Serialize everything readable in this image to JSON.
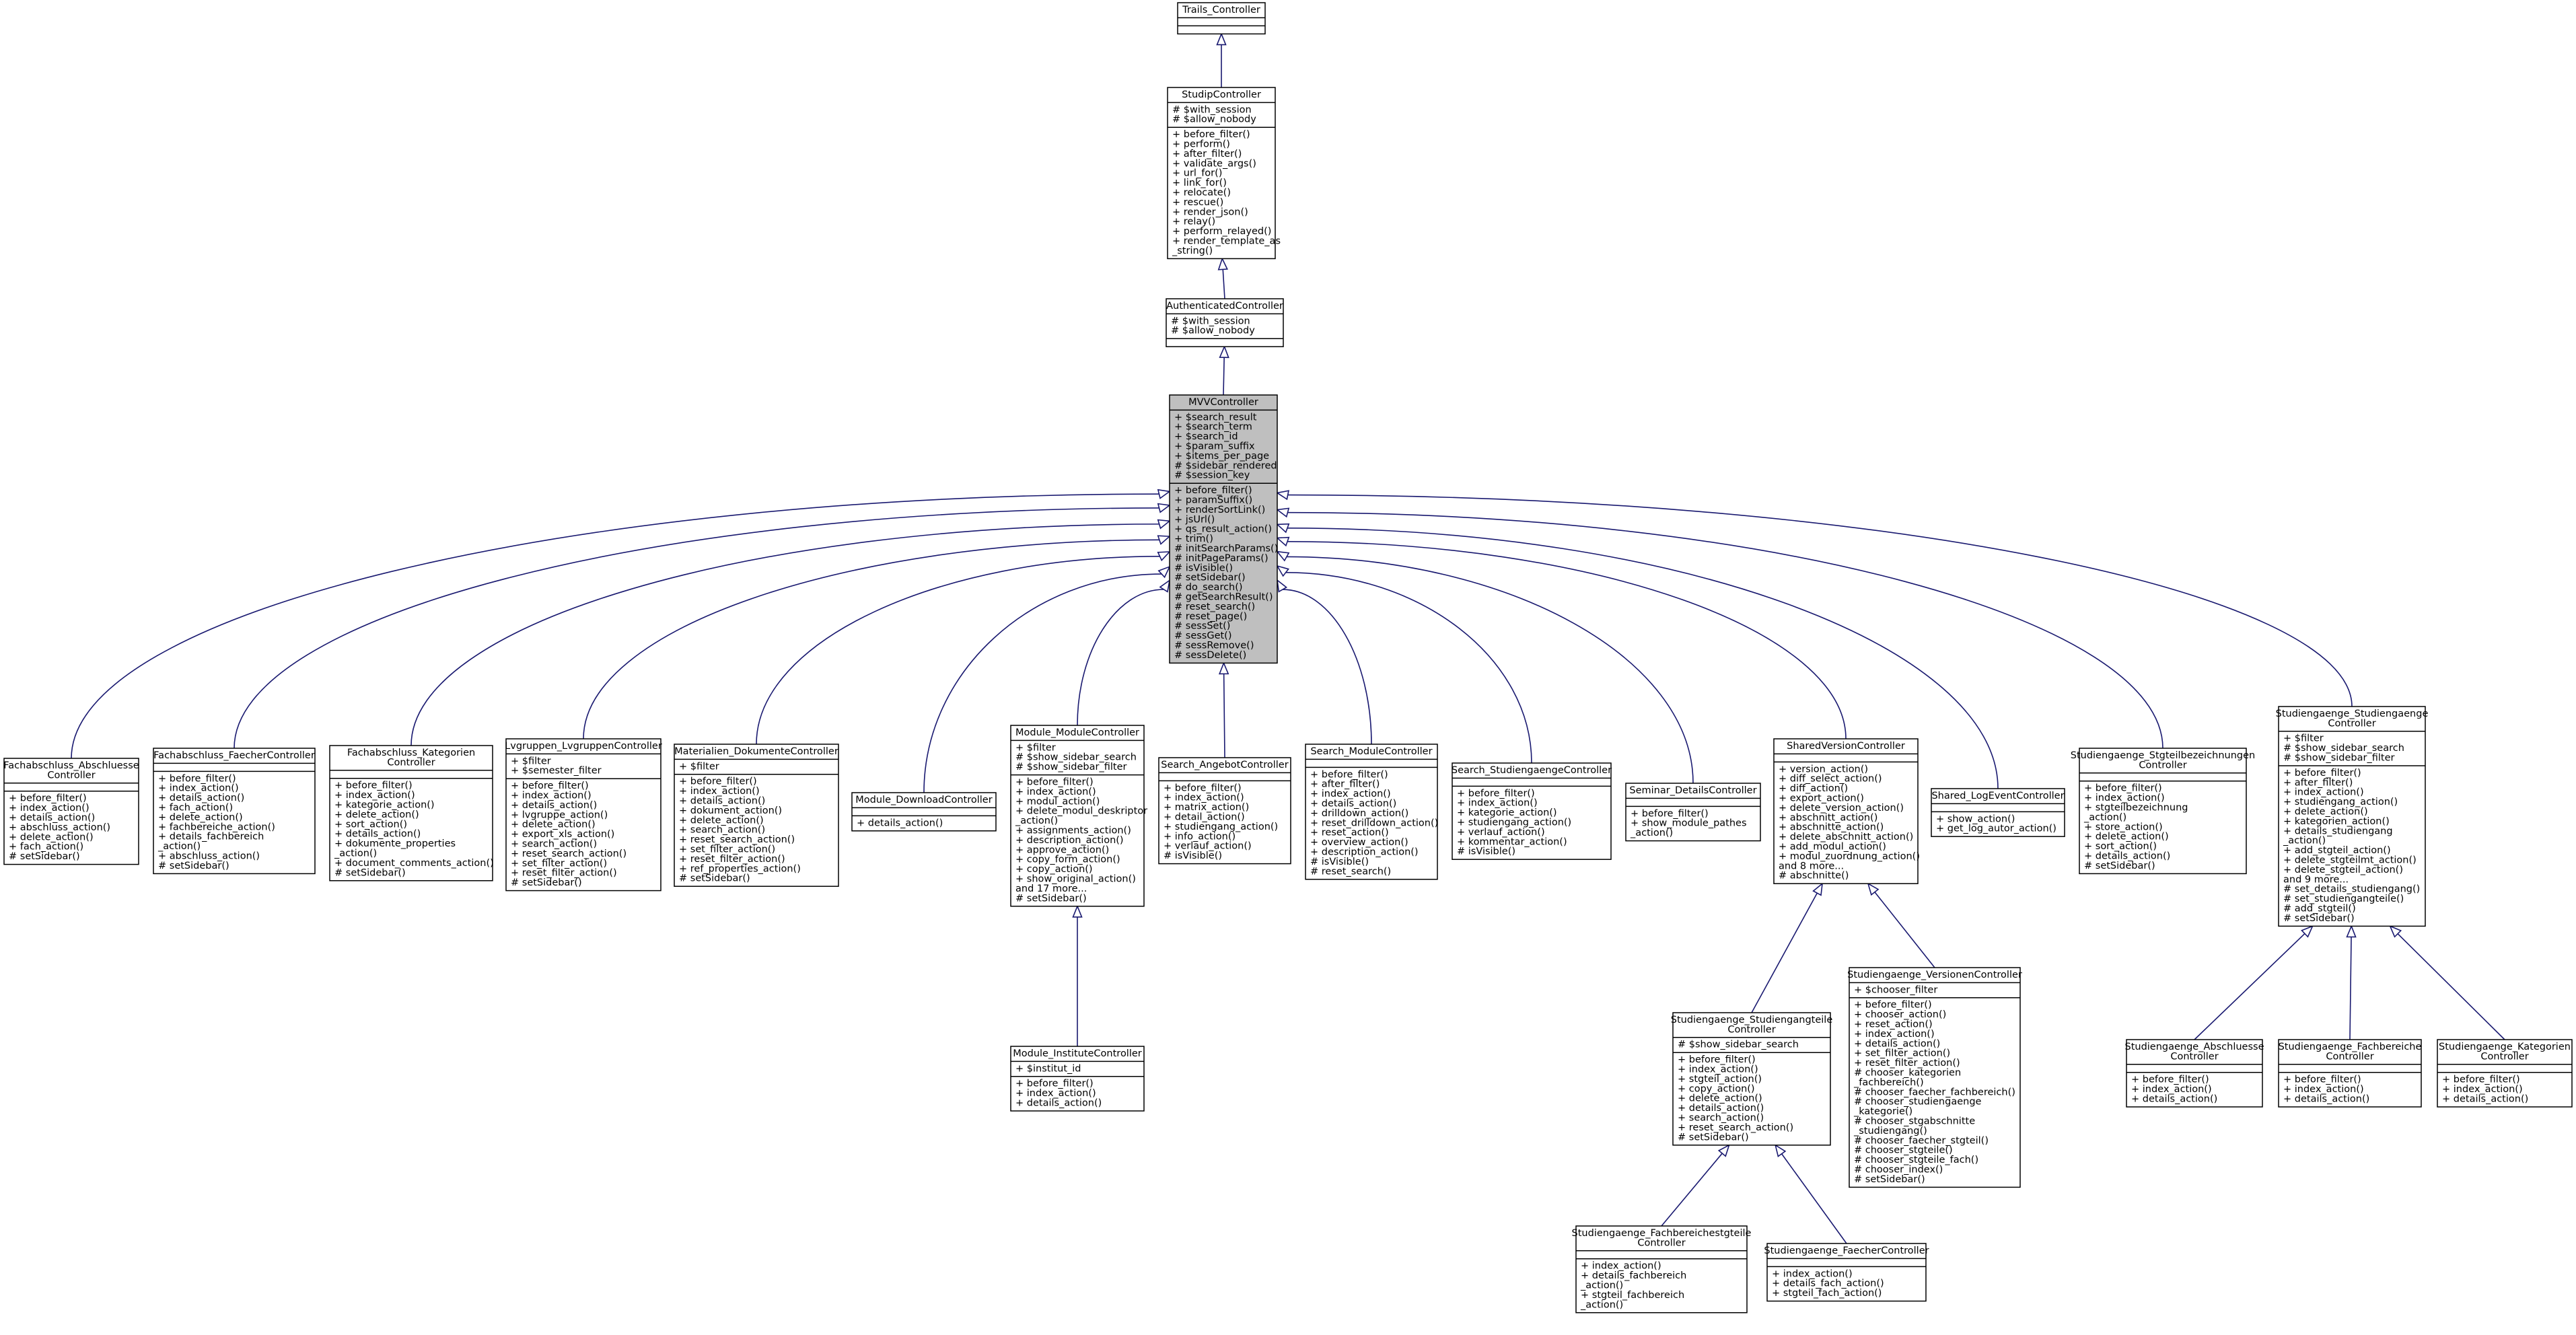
{
  "classes": [
    {
      "id": "trails",
      "name": [
        "Trails_Controller"
      ],
      "attributes": [],
      "methods": []
    },
    {
      "id": "studip",
      "name": [
        "StudipController"
      ],
      "attributes": [
        "# $with_session",
        "# $allow_nobody"
      ],
      "methods": [
        "+ before_filter()",
        "+ perform()",
        "+ after_filter()",
        "+ validate_args()",
        "+ url_for()",
        "+ link_for()",
        "+ relocate()",
        "+ rescue()",
        "+ render_json()",
        "+ relay()",
        "+ perform_relayed()",
        "+ render_template_as",
        "_string()"
      ]
    },
    {
      "id": "auth",
      "name": [
        "AuthenticatedController"
      ],
      "attributes": [
        "# $with_session",
        "# $allow_nobody"
      ],
      "methods": []
    },
    {
      "id": "mvv",
      "name": [
        "MVVController"
      ],
      "attributes": [
        "+ $search_result",
        "+ $search_term",
        "+ $search_id",
        "+ $param_suffix",
        "+ $items_per_page",
        "# $sidebar_rendered",
        "# $session_key"
      ],
      "methods": [
        "+ before_filter()",
        "+ paramSuffix()",
        "+ renderSortLink()",
        "+ jsUrl()",
        "+ qs_result_action()",
        "+ trim()",
        "# initSearchParams()",
        "# initPageParams()",
        "# isVisible()",
        "# setSidebar()",
        "# do_search()",
        "# getSearchResult()",
        "# reset_search()",
        "# reset_page()",
        "# sessSet()",
        "# sessGet()",
        "# sessRemove()",
        "# sessDelete()"
      ]
    },
    {
      "id": "fa_abs",
      "name": [
        "Fachabschluss_Abschluesse",
        "Controller"
      ],
      "attributes": [],
      "methods": [
        "+ before_filter()",
        "+ index_action()",
        "+ details_action()",
        "+ abschluss_action()",
        "+ delete_action()",
        "+ fach_action()",
        "# setSidebar()"
      ]
    },
    {
      "id": "fa_fae",
      "name": [
        "Fachabschluss_FaecherController"
      ],
      "attributes": [],
      "methods": [
        "+ before_filter()",
        "+ index_action()",
        "+ details_action()",
        "+ fach_action()",
        "+ delete_action()",
        "+ fachbereiche_action()",
        "+ details_fachbereich",
        "_action()",
        "+ abschluss_action()",
        "# setSidebar()"
      ]
    },
    {
      "id": "fa_kat",
      "name": [
        "Fachabschluss_Kategorien",
        "Controller"
      ],
      "attributes": [],
      "methods": [
        "+ before_filter()",
        "+ index_action()",
        "+ kategorie_action()",
        "+ delete_action()",
        "+ sort_action()",
        "+ details_action()",
        "+ dokumente_properties",
        "_action()",
        "+ document_comments_action()",
        "# setSidebar()"
      ]
    },
    {
      "id": "lvg",
      "name": [
        "Lvgruppen_LvgruppenController"
      ],
      "attributes": [
        "+ $filter",
        "+ $semester_filter"
      ],
      "methods": [
        "+ before_filter()",
        "+ index_action()",
        "+ details_action()",
        "+ lvgruppe_action()",
        "+ delete_action()",
        "+ export_xls_action()",
        "+ search_action()",
        "+ reset_search_action()",
        "+ set_filter_action()",
        "+ reset_filter_action()",
        "# setSidebar()"
      ]
    },
    {
      "id": "mat",
      "name": [
        "Materialien_DokumenteController"
      ],
      "attributes": [
        "+ $filter"
      ],
      "methods": [
        "+ before_filter()",
        "+ index_action()",
        "+ details_action()",
        "+ dokument_action()",
        "+ delete_action()",
        "+ search_action()",
        "+ reset_search_action()",
        "+ set_filter_action()",
        "+ reset_filter_action()",
        "+ ref_properties_action()",
        "# setSidebar()"
      ]
    },
    {
      "id": "mod_dl",
      "name": [
        "Module_DownloadController"
      ],
      "attributes": [],
      "methods": [
        "+ details_action()"
      ]
    },
    {
      "id": "mod_mod",
      "name": [
        "Module_ModuleController"
      ],
      "attributes": [
        "+ $filter",
        "# $show_sidebar_search",
        "# $show_sidebar_filter"
      ],
      "methods": [
        "+ before_filter()",
        "+ index_action()",
        "+ modul_action()",
        "+ delete_modul_deskriptor",
        "_action()",
        "+ assignments_action()",
        "+ description_action()",
        "+ approve_action()",
        "+ copy_form_action()",
        "+ copy_action()",
        "+ show_original_action()",
        "and 17 more...",
        "# setSidebar()"
      ]
    },
    {
      "id": "mod_inst",
      "name": [
        "Module_InstituteController"
      ],
      "attributes": [
        "+ $institut_id"
      ],
      "methods": [
        "+ before_filter()",
        "+ index_action()",
        "+ details_action()"
      ]
    },
    {
      "id": "s_ang",
      "name": [
        "Search_AngebotController"
      ],
      "attributes": [],
      "methods": [
        "+ before_filter()",
        "+ index_action()",
        "+ matrix_action()",
        "+ detail_action()",
        "+ studiengang_action()",
        "+ info_action()",
        "+ verlauf_action()",
        "# isVisible()"
      ]
    },
    {
      "id": "s_mod",
      "name": [
        "Search_ModuleController"
      ],
      "attributes": [],
      "methods": [
        "+ before_filter()",
        "+ after_filter()",
        "+ index_action()",
        "+ details_action()",
        "+ drilldown_action()",
        "+ reset_drilldown_action()",
        "+ reset_action()",
        "+ overview_action()",
        "+ description_action()",
        "# isVisible()",
        "# reset_search()"
      ]
    },
    {
      "id": "s_stg",
      "name": [
        "Search_StudiengaengeController"
      ],
      "attributes": [],
      "methods": [
        "+ before_filter()",
        "+ index_action()",
        "+ kategorie_action()",
        "+ studiengang_action()",
        "+ verlauf_action()",
        "+ kommentar_action()",
        "# isVisible()"
      ]
    },
    {
      "id": "sem",
      "name": [
        "Seminar_DetailsController"
      ],
      "attributes": [],
      "methods": [
        "+ before_filter()",
        "+ show_module_pathes",
        "_action()"
      ]
    },
    {
      "id": "shv",
      "name": [
        "SharedVersionController"
      ],
      "attributes": [],
      "methods": [
        "+ version_action()",
        "+ diff_select_action()",
        "+ diff_action()",
        "+ export_action()",
        "+ delete_version_action()",
        "+ abschnitt_action()",
        "+ abschnitte_action()",
        "+ delete_abschnitt_action()",
        "+ add_modul_action()",
        "+ modul_zuordnung_action()",
        "and 8 more...",
        "# abschnitte()"
      ]
    },
    {
      "id": "log",
      "name": [
        "Shared_LogEventController"
      ],
      "attributes": [],
      "methods": [
        "+ show_action()",
        "+ get_log_autor_action()"
      ]
    },
    {
      "id": "stgbz",
      "name": [
        "Studiengaenge_Stgteilbezeichnungen",
        "Controller"
      ],
      "attributes": [],
      "methods": [
        "+ before_filter()",
        "+ index_action()",
        "+ stgteilbezeichnung",
        "_action()",
        "+ store_action()",
        "+ delete_action()",
        "+ sort_action()",
        "+ details_action()",
        "# setSidebar()"
      ]
    },
    {
      "id": "stgstg",
      "name": [
        "Studiengaenge_Studiengaenge",
        "Controller"
      ],
      "attributes": [
        "+ $filter",
        "# $show_sidebar_search",
        "# $show_sidebar_filter"
      ],
      "methods": [
        "+ before_filter()",
        "+ after_filter()",
        "+ index_action()",
        "+ studiengang_action()",
        "+ delete_action()",
        "+ kategorien_action()",
        "+ details_studiengang",
        "_action()",
        "+ add_stgteil_action()",
        "+ delete_stgteilmt_action()",
        "+ delete_stgteil_action()",
        "and 9 more...",
        "# set_details_studiengang()",
        "# set_studiengangteile()",
        "# add_stgteil()",
        "# setSidebar()"
      ]
    },
    {
      "id": "stgteile",
      "name": [
        "Studiengaenge_Studiengangteile",
        "Controller"
      ],
      "attributes": [
        "# $show_sidebar_search"
      ],
      "methods": [
        "+ before_filter()",
        "+ index_action()",
        "+ stgteil_action()",
        "+ copy_action()",
        "+ delete_action()",
        "+ details_action()",
        "+ search_action()",
        "+ reset_search_action()",
        "# setSidebar()"
      ]
    },
    {
      "id": "versionen",
      "name": [
        "Studiengaenge_VersionenController"
      ],
      "attributes": [
        "+ $chooser_filter"
      ],
      "methods": [
        "+ before_filter()",
        "+ chooser_action()",
        "+ reset_action()",
        "+ index_action()",
        "+ details_action()",
        "+ set_filter_action()",
        "+ reset_filter_action()",
        "# chooser_kategorien",
        "_fachbereich()",
        "# chooser_faecher_fachbereich()",
        "# chooser_studiengaenge",
        "_kategorie()",
        "# chooser_stgabschnitte",
        "_studiengang()",
        "# chooser_faecher_stgteil()",
        "# chooser_stgteile()",
        "# chooser_stgteile_fach()",
        "# chooser_index()",
        "# setSidebar()"
      ]
    },
    {
      "id": "fbst",
      "name": [
        "Studiengaenge_Fachbereichestgteile",
        "Controller"
      ],
      "attributes": [],
      "methods": [
        "+ index_action()",
        "+ details_fachbereich",
        "_action()",
        "+ stgteil_fachbereich",
        "_action()"
      ]
    },
    {
      "id": "faecher",
      "name": [
        "Studiengaenge_FaecherController"
      ],
      "attributes": [],
      "methods": [
        "+ index_action()",
        "+ details_fach_action()",
        "+ stgteil_fach_action()"
      ]
    },
    {
      "id": "abschl",
      "name": [
        "Studiengaenge_Abschluesse",
        "Controller"
      ],
      "attributes": [],
      "methods": [
        "+ before_filter()",
        "+ index_action()",
        "+ details_action()"
      ]
    },
    {
      "id": "fachber",
      "name": [
        "Studiengaenge_Fachbereiche",
        "Controller"
      ],
      "attributes": [],
      "methods": [
        "+ before_filter()",
        "+ index_action()",
        "+ details_action()"
      ]
    },
    {
      "id": "kateg",
      "name": [
        "Studiengaenge_Kategorien",
        "Controller"
      ],
      "attributes": [],
      "methods": [
        "+ before_filter()",
        "+ index_action()",
        "+ details_action()"
      ]
    }
  ],
  "inheritance": [
    [
      "studip",
      "trails"
    ],
    [
      "auth",
      "studip"
    ],
    [
      "mvv",
      "auth"
    ],
    [
      "fa_abs",
      "mvv"
    ],
    [
      "fa_fae",
      "mvv"
    ],
    [
      "fa_kat",
      "mvv"
    ],
    [
      "lvg",
      "mvv"
    ],
    [
      "mat",
      "mvv"
    ],
    [
      "mod_dl",
      "mvv"
    ],
    [
      "mod_mod",
      "mvv"
    ],
    [
      "s_ang",
      "mvv"
    ],
    [
      "s_mod",
      "mvv"
    ],
    [
      "s_stg",
      "mvv"
    ],
    [
      "sem",
      "mvv"
    ],
    [
      "shv",
      "mvv"
    ],
    [
      "log",
      "mvv"
    ],
    [
      "stgbz",
      "mvv"
    ],
    [
      "stgstg",
      "mvv"
    ],
    [
      "mod_inst",
      "mod_mod"
    ],
    [
      "stgteile",
      "shv"
    ],
    [
      "versionen",
      "shv"
    ],
    [
      "fbst",
      "stgteile"
    ],
    [
      "faecher",
      "stgteile"
    ],
    [
      "abschl",
      "stgstg"
    ],
    [
      "fachber",
      "stgstg"
    ],
    [
      "kateg",
      "stgstg"
    ]
  ],
  "colors": {
    "edge": "#191970",
    "focus_fill": "#bfbfbf",
    "box_stroke": "#000000"
  }
}
